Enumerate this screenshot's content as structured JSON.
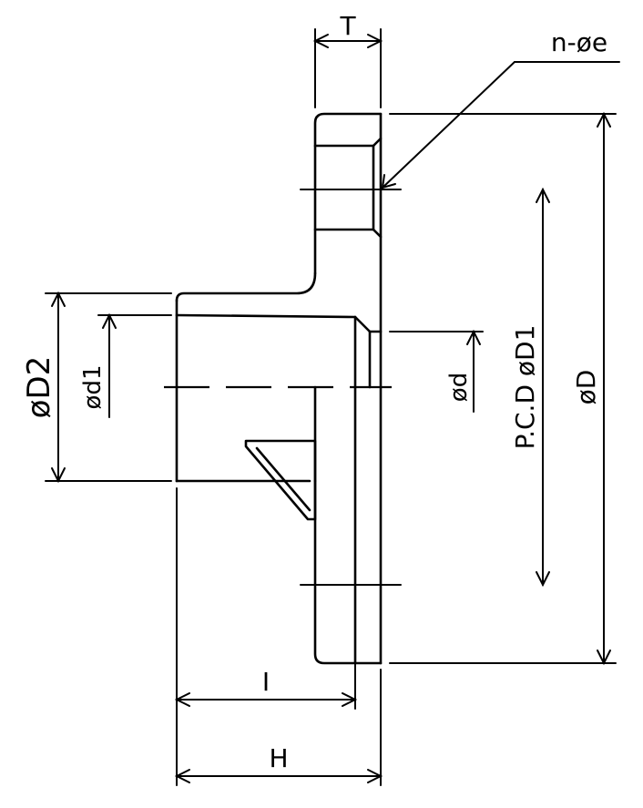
{
  "drawing": {
    "labels": {
      "T": "T",
      "n_phi_e": "n-øe",
      "phi_D2": "øD2",
      "phi_d1": "ød1",
      "phi_d": "ød",
      "pcd_phi_D1": "P.C.D øD1",
      "phi_D": "øD",
      "I": "I",
      "H": "H"
    },
    "line_color": "#000000",
    "background": "#ffffff"
  }
}
